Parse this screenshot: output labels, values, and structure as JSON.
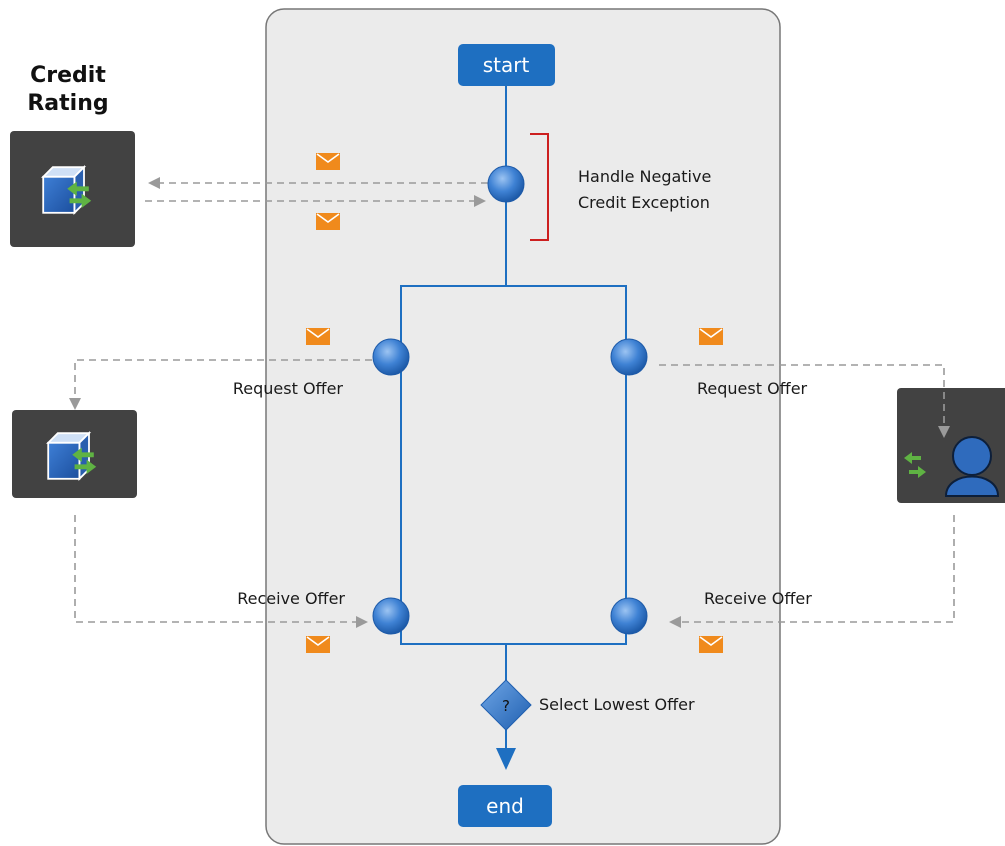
{
  "partner_title": "Credit\nRating",
  "start_label": "start",
  "end_label": "end",
  "handle_exception_label": [
    "Handle Negative",
    "Credit Exception"
  ],
  "request_offer_left": "Request Offer",
  "request_offer_right": "Request Offer",
  "receive_offer_left": "Receive Offer",
  "receive_offer_right": "Receive Offer",
  "decision_symbol": "?",
  "decision_label": "Select Lowest Offer",
  "colors": {
    "pool_fill": "#ebebeb",
    "flow_blue": "#1e6fc1",
    "node_blue": "#2f72c8",
    "service_box": "#424242",
    "message_orange": "#f08a1c",
    "dashed_gray": "#9a9a9a",
    "bracket_red": "#cc1f1f"
  },
  "icons": {
    "credit_service": "service-cube-icon",
    "bank_service": "service-cube-icon",
    "human_partner": "user-icon",
    "message": "envelope-icon"
  }
}
